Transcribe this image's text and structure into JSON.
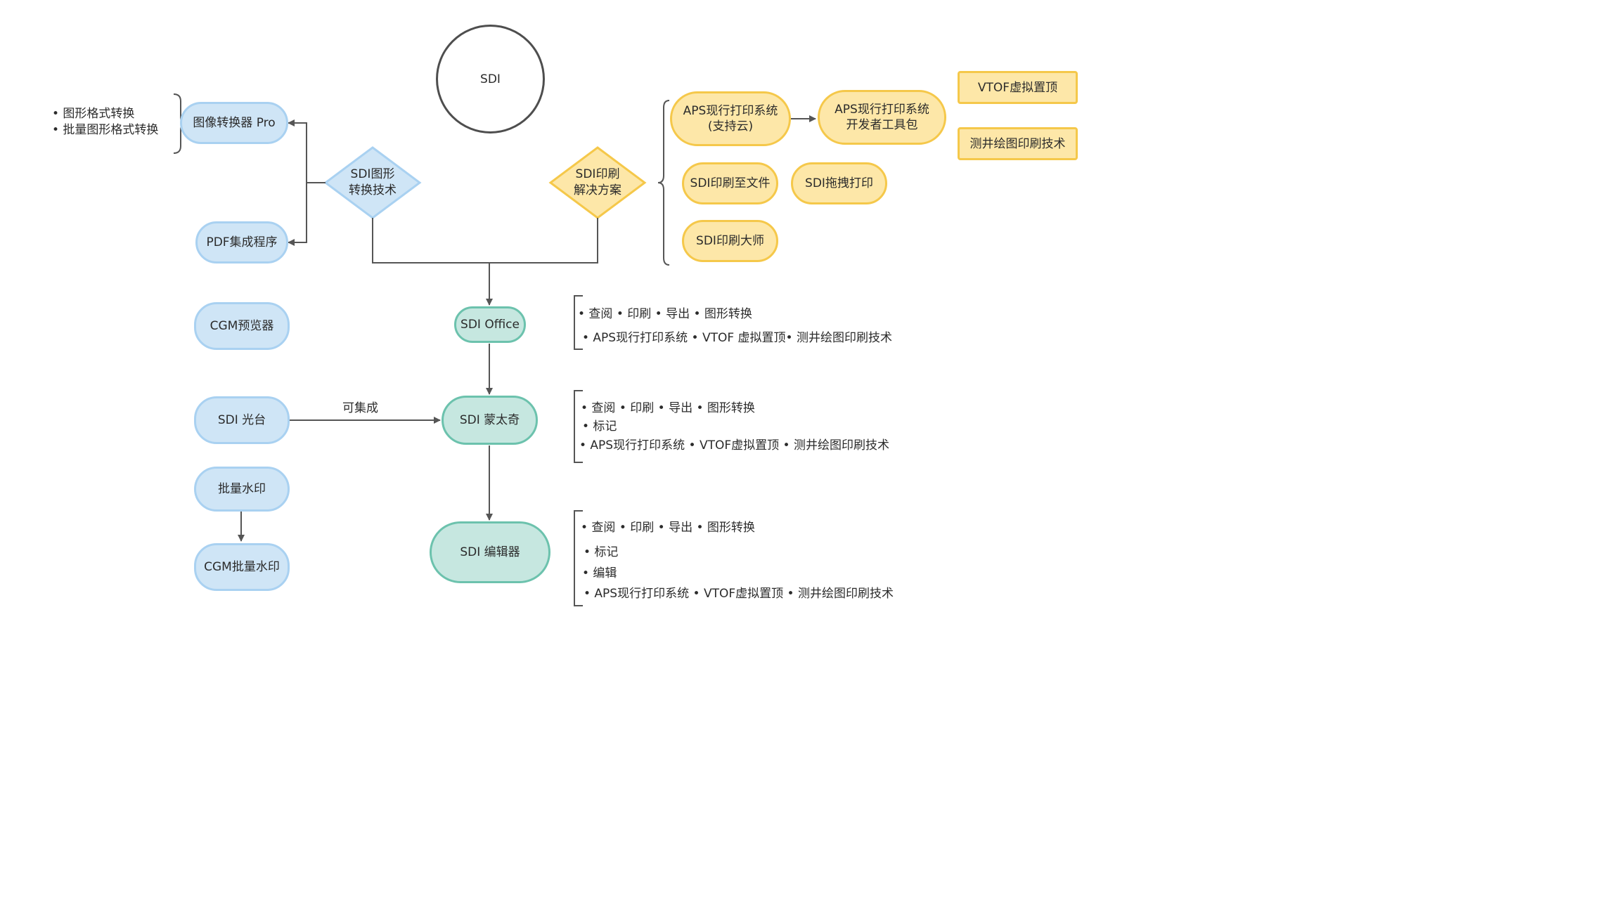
{
  "center": {
    "label": "SDI"
  },
  "graphics_tech": {
    "diamond_line1": "SDI图形",
    "diamond_line2": "转换技术",
    "image_converter": "图像转换器 Pro",
    "pdf_integrator": "PDF集成程序",
    "features": [
      "• 图形格式转换",
      "• 批量图形格式转换"
    ]
  },
  "print_solution": {
    "diamond_line1": "SDI印刷",
    "diamond_line2": "解决方案",
    "aps_cloud_line1": "APS现行打印系统",
    "aps_cloud_line2": "(支持云)",
    "aps_sdk_line1": "APS现行打印系统",
    "aps_sdk_line2": "开发者工具包",
    "vtof": "VTOF虚拟置顶",
    "logging": "测井绘图印刷技术",
    "print_to_file": "SDI印刷至文件",
    "drag_print": "SDI拖拽打印",
    "print_master": "SDI印刷大师"
  },
  "left_tools": {
    "cgm_viewer": "CGM预览器",
    "light_table": "SDI 光台",
    "batch_watermark": "批量水印",
    "cgm_batch_watermark": "CGM批量水印",
    "integrable_label": "可集成"
  },
  "products": {
    "office": {
      "label": "SDI Office",
      "features": [
        "• 查阅 • 印刷 • 导出 • 图形转换",
        "• APS现行打印系统 • VTOF 虚拟置顶• 测井绘图印刷技术"
      ]
    },
    "montage": {
      "label": "SDI 蒙太奇",
      "features": [
        "• 查阅 • 印刷 • 导出  • 图形转换",
        "•  标记",
        "• APS现行打印系统 • VTOF虚拟置顶 • 测井绘图印刷技术"
      ]
    },
    "editor": {
      "label": "SDI 编辑器",
      "features": [
        "• 查阅 • 印刷 • 导出 • 图形转换",
        "• 标记",
        "• 编辑",
        "• APS现行打印系统 • VTOF虚拟置顶 • 测井绘图印刷技术"
      ]
    }
  },
  "colors": {
    "blue_fill": "#cfe5f6",
    "blue_border": "#a9d1f1",
    "teal_fill": "#c6e7e0",
    "teal_border": "#6cc2ad",
    "yellow_fill": "#fde7a8",
    "yellow_border": "#f5c84a",
    "connector": "#555555"
  }
}
